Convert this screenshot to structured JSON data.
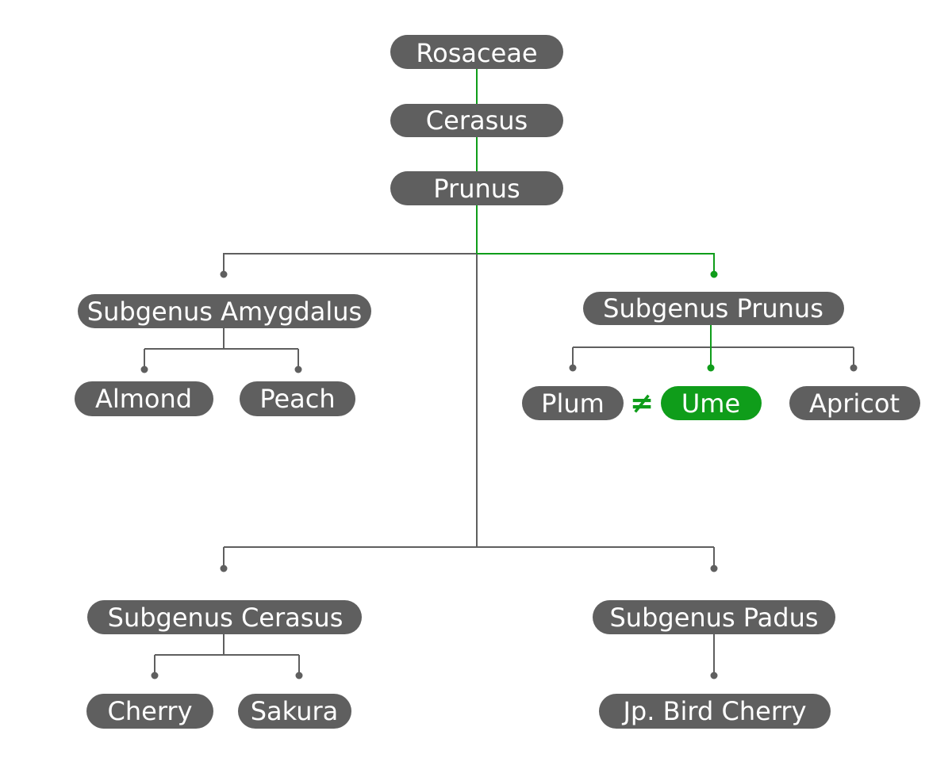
{
  "colors": {
    "node": "#5f5f5f",
    "highlight": "#0f9d1a",
    "line": "#5f5f5f",
    "highlight_line": "#0f9d1a",
    "background": "#ffffff"
  },
  "nodes": {
    "rosaceae": "Rosaceae",
    "cerasus": "Cerasus",
    "prunus": "Prunus",
    "subgenus_amygdalus": "Subgenus Amygdalus",
    "almond": "Almond",
    "peach": "Peach",
    "subgenus_prunus": "Subgenus Prunus",
    "plum": "Plum",
    "ume": "Ume",
    "apricot": "Apricot",
    "subgenus_cerasus": "Subgenus Cerasus",
    "cherry": "Cherry",
    "sakura": "Sakura",
    "subgenus_padus": "Subgenus Padus",
    "jp_bird_cherry": "Jp. Bird Cherry"
  },
  "relations": {
    "not_equal_symbol": "≠"
  }
}
